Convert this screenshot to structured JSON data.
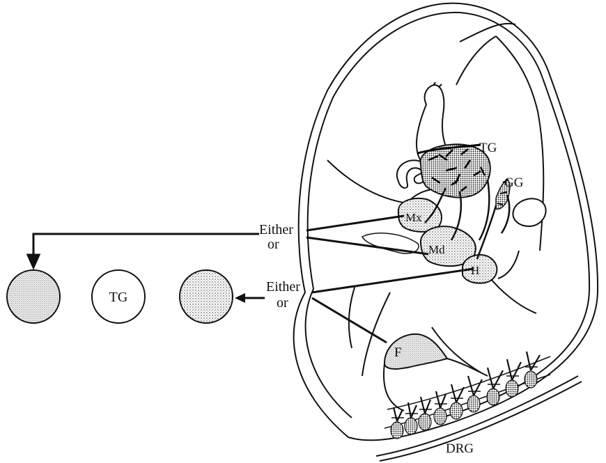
{
  "labels": {
    "tg_ganglion": "TG",
    "gg_ganglion": "GG",
    "mx": "Mx",
    "md": "Md",
    "h": "H",
    "f": "F",
    "drg": "DRG",
    "either_top": "Either",
    "or_top": "or",
    "either_bottom": "Either",
    "or_bottom": "or",
    "tg_circle": "TG"
  },
  "colors": {
    "ink": "#111111",
    "background": "#ffffff",
    "stipple": "#444444"
  }
}
